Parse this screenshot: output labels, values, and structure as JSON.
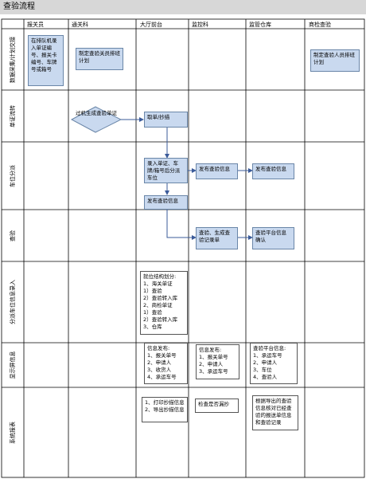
{
  "title": "查验流程",
  "columns": [
    "报关员",
    "通关科",
    "大厅前台",
    "监控科",
    "监管仓库",
    "商检查验"
  ],
  "lanes": [
    "数据采集/计划交接",
    "单证流转",
    "车位分派",
    "查验",
    "分派车位信息录入",
    "显示屏信息",
    "系统报表"
  ],
  "nodes": {
    "n1": "在排队机录入单证编号、报关卡编号、车牌号或箱号",
    "n2": "制定查验关员排班计划",
    "n3": "制定查验人员排班计划",
    "n4": "过机生成查验单证",
    "n5": "取单/抄描",
    "n6": "录入单证、车牌/箱号后分派车位",
    "n7": "发布查验信息",
    "n8": "发布查验信息",
    "n9": "发布查验信息",
    "n10": "查验、生成查验记录单",
    "n11": "查验平台信息确认"
  },
  "notes": {
    "entry": "就位结构划分:\n1、海关单证\n  1）查验\n  2）查验转入库\n2、商检单证\n  1）查验\n  2）查验转入库\n3、仓库",
    "disp1": "信息发布:\n1、报关单号\n2、申请人\n3、收货人\n4、承运车号",
    "disp2": "信息发布:\n1、报关单号\n2、申请人\n3、承运车号",
    "disp3": "查验平台信息:\n1、承运车号\n2、申请人\n3、车位\n4、查验人",
    "rep1": "1、打印抄描信息\n2、导出抄描信息",
    "rep2": "检查是否漏抄",
    "rep3": "根据导出的查验信息核对已经查验的报送单信息和查验记录"
  }
}
